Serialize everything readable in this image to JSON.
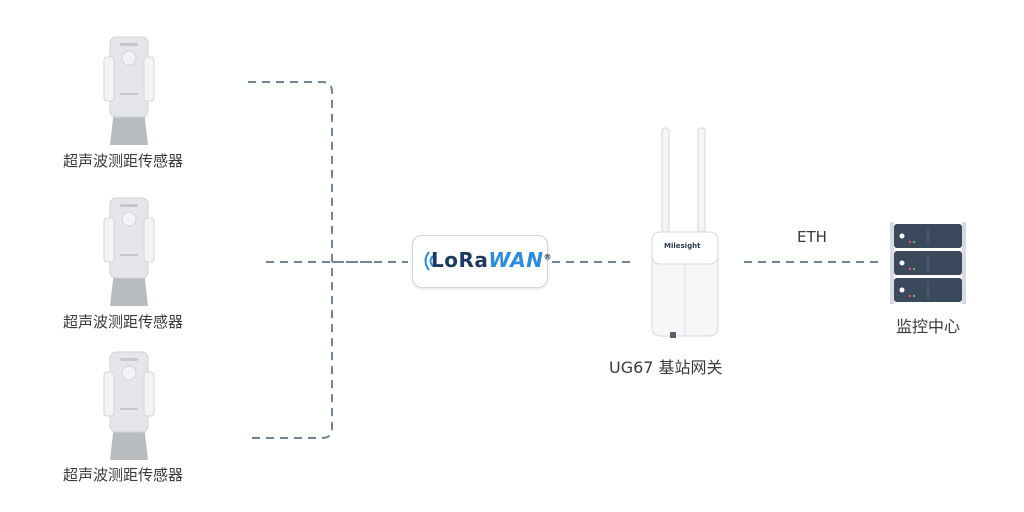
{
  "sensors": [
    {
      "label": "超声波测距传感器"
    },
    {
      "label": "超声波测距传感器"
    },
    {
      "label": "超声波测距传感器"
    }
  ],
  "lorawan": {
    "prefix": "LoRa",
    "suffix": "WAN",
    "mark": "®"
  },
  "gateway": {
    "label": "UG67 基站网关",
    "brand": "Milesight"
  },
  "link": {
    "label": "ETH"
  },
  "server": {
    "label": "监控中心"
  },
  "colors": {
    "line": "#6f8497",
    "sensor_body": "#e3e5e8",
    "pole": "#b7b9bc",
    "server": "#3a4a5c",
    "accent": "#2b8ce0"
  }
}
